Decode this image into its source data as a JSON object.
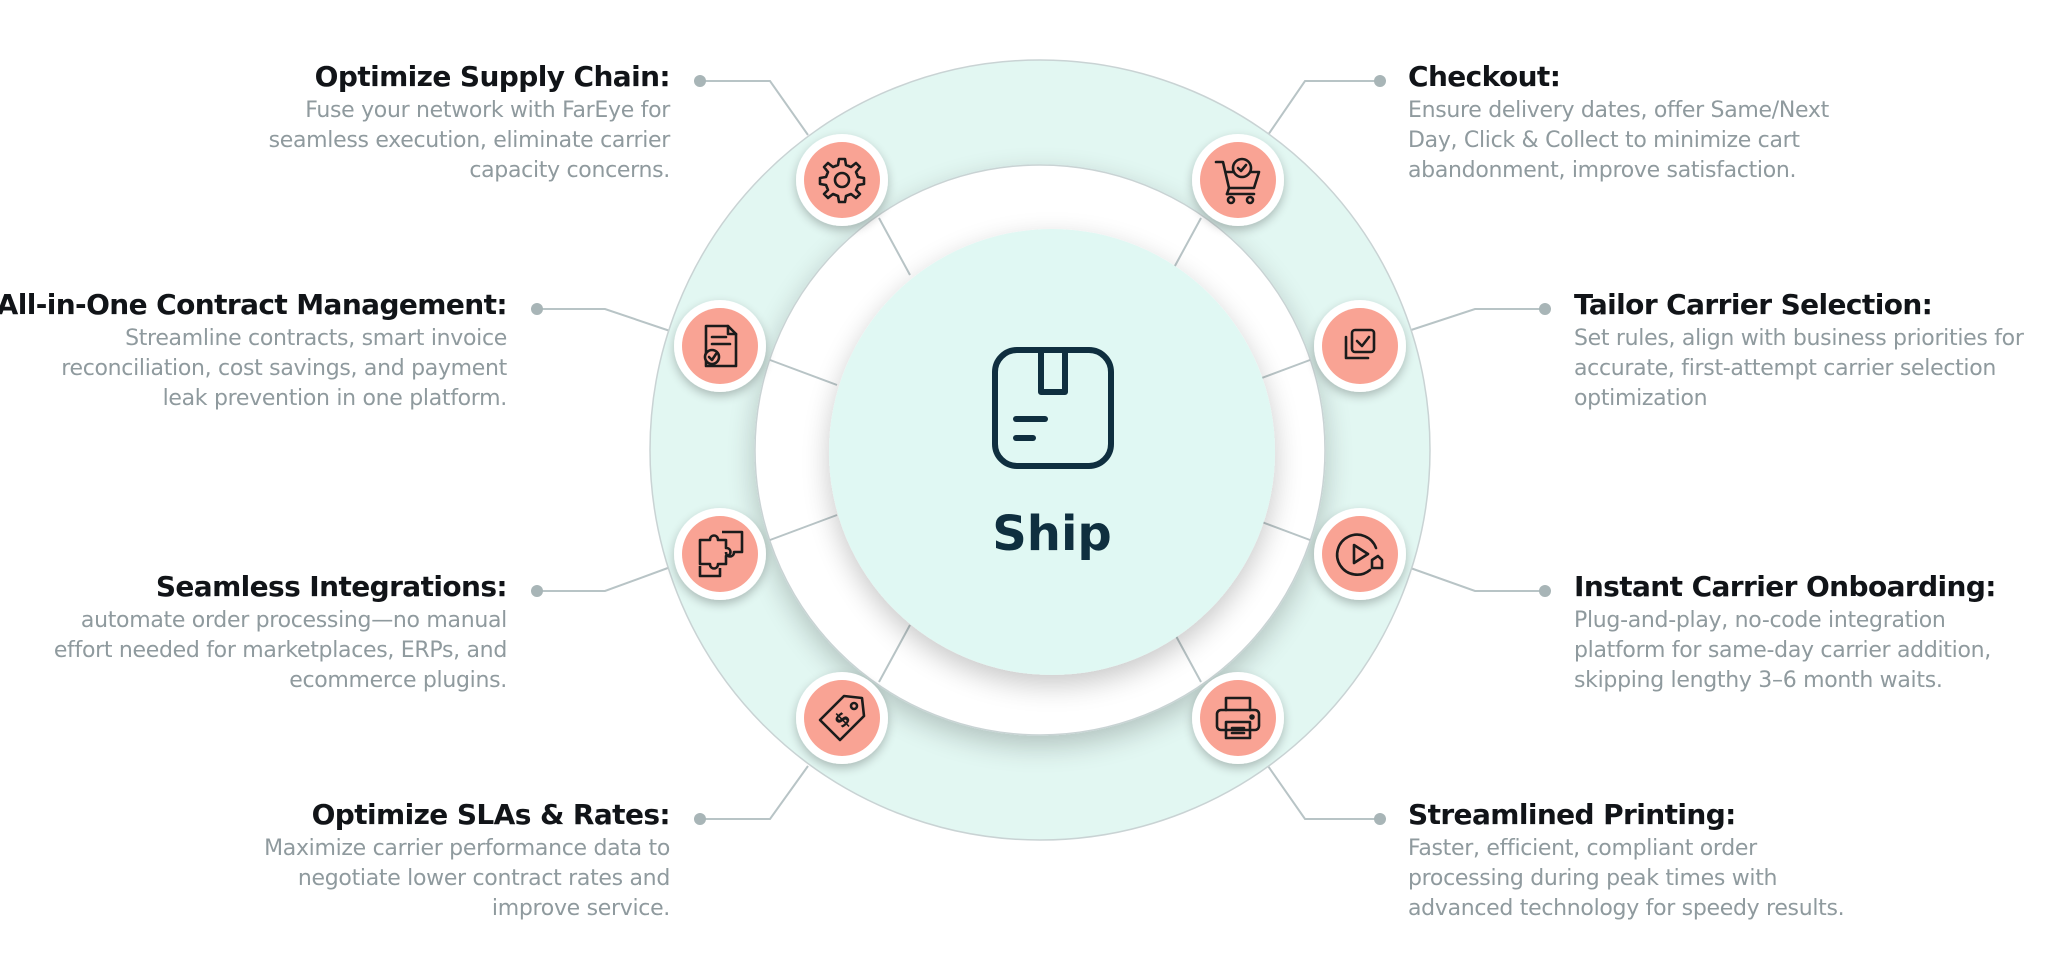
{
  "center": {
    "label": "Ship",
    "icon": "package-box-icon"
  },
  "colors": {
    "outer_ring": "#e2f7f2",
    "inner_disk": "#e0f8f3",
    "icon_badge": "#f9a394",
    "title_text": "#111418",
    "desc_text": "#8f9a9e",
    "center_text": "#0f2f3f",
    "connector": "#b8c4c6"
  },
  "features": [
    {
      "id": "optimize-supply-chain",
      "icon": "gear-icon",
      "title": "Optimize Supply Chain:",
      "desc": [
        "Fuse your network with FarEye for",
        "seamless execution, eliminate carrier",
        "capacity concerns."
      ]
    },
    {
      "id": "contract-management",
      "icon": "document-check-icon",
      "title": "All-in-One Contract Management:",
      "desc": [
        "Streamline contracts, smart invoice",
        "reconciliation, cost savings, and payment",
        "leak prevention in one platform."
      ]
    },
    {
      "id": "seamless-integrations",
      "icon": "puzzle-icon",
      "title": "Seamless Integrations:",
      "desc": [
        "automate order processing—no manual",
        "effort needed for marketplaces, ERPs, and",
        "ecommerce plugins."
      ]
    },
    {
      "id": "optimize-slas-rates",
      "icon": "price-tag-icon",
      "title": "Optimize SLAs & Rates:",
      "desc": [
        "Maximize carrier performance data to",
        "negotiate lower contract rates and",
        "improve service."
      ]
    },
    {
      "id": "checkout",
      "icon": "shopping-cart-check-icon",
      "title": "Checkout:",
      "desc": [
        "Ensure delivery dates, offer Same/Next",
        "Day, Click & Collect to minimize cart",
        "abandonment, improve satisfaction."
      ]
    },
    {
      "id": "tailor-carrier-selection",
      "icon": "checklist-icon",
      "title": "Tailor Carrier Selection:",
      "desc": [
        "Set rules, align with business priorities for",
        "accurate, first-attempt carrier selection",
        "optimization"
      ]
    },
    {
      "id": "instant-carrier-onboarding",
      "icon": "play-onboarding-icon",
      "title": "Instant Carrier Onboarding:",
      "desc": [
        "Plug-and-play, no-code integration",
        "platform for same-day carrier addition,",
        "skipping lengthy 3–6 month waits."
      ]
    },
    {
      "id": "streamlined-printing",
      "icon": "printer-icon",
      "title": "Streamlined Printing:",
      "desc": [
        "Faster, efficient, compliant order",
        "processing during peak times with",
        "advanced technology for speedy results."
      ]
    }
  ]
}
